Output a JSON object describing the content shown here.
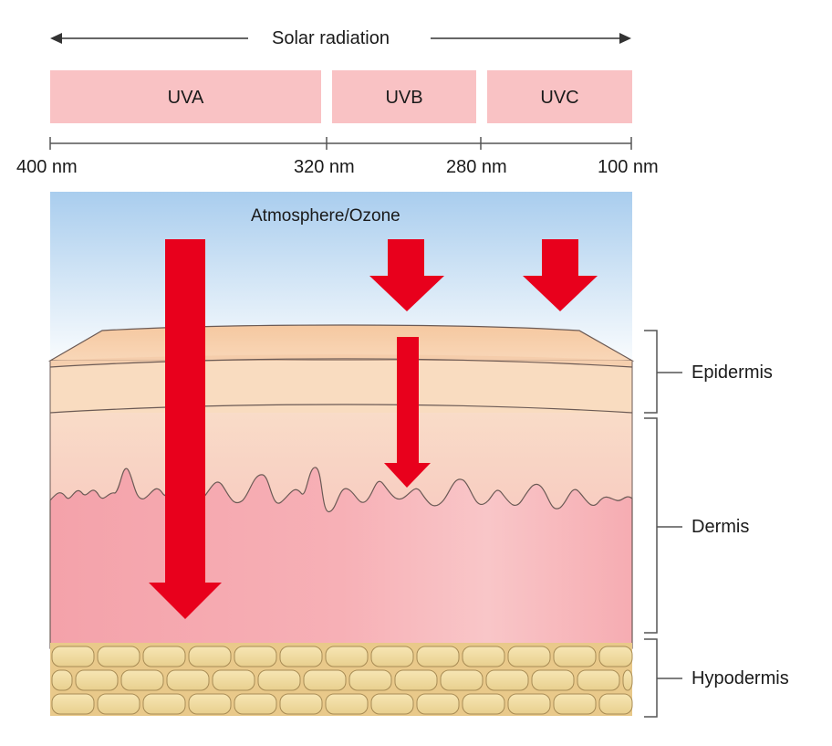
{
  "header": {
    "title": "Solar radiation"
  },
  "bands": [
    {
      "label": "UVA"
    },
    {
      "label": "UVB"
    },
    {
      "label": "UVC"
    }
  ],
  "wavelength_ticks": [
    {
      "label": "400 nm"
    },
    {
      "label": "320 nm"
    },
    {
      "label": "280 nm"
    },
    {
      "label": "100 nm"
    }
  ],
  "atmosphere": {
    "label": "Atmosphere/Ozone"
  },
  "layers": [
    {
      "label": "Epidermis"
    },
    {
      "label": "Dermis"
    },
    {
      "label": "Hypodermis"
    }
  ],
  "colors": {
    "band_fill": "#f9c2c4",
    "arrow_red": "#e8001c",
    "sky_top": "#a9cdee",
    "epidermis": "#f9dcc0",
    "dermis_upper": "#f8d8c6",
    "dermis_lower": "#f7aab0",
    "fat_cell": "#f2dca0"
  }
}
